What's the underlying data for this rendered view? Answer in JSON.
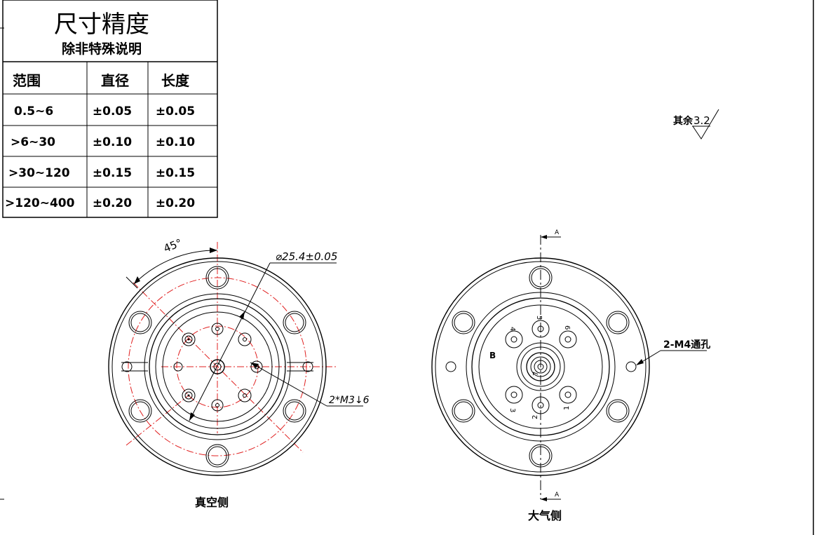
{
  "tolerance_table": {
    "title": "尺寸精度",
    "subtitle": "除非特殊说明",
    "headers": [
      "范围",
      "直径",
      "长度"
    ],
    "rows": [
      [
        "0.5~6",
        "±0.05",
        "±0.05"
      ],
      [
        ">6~30",
        "±0.10",
        "±0.10"
      ],
      [
        ">30~120",
        "±0.15",
        "±0.15"
      ],
      [
        ">120~400",
        "±0.20",
        "±0.20"
      ]
    ]
  },
  "roughness": {
    "prefix": "其余",
    "value": "3.2"
  },
  "vacuum_view": {
    "angle_label": "45°",
    "diameter_label": "⌀25.4±0.05",
    "thread_label": "2*M3↓6",
    "caption": "真空侧"
  },
  "atmosphere_view": {
    "hole_label": "2-M4通孔",
    "section_label": "A",
    "datum_label": "B",
    "pin_numbers": [
      "1",
      "2",
      "3",
      "4",
      "5",
      "6",
      "7"
    ],
    "caption": "大气侧"
  }
}
